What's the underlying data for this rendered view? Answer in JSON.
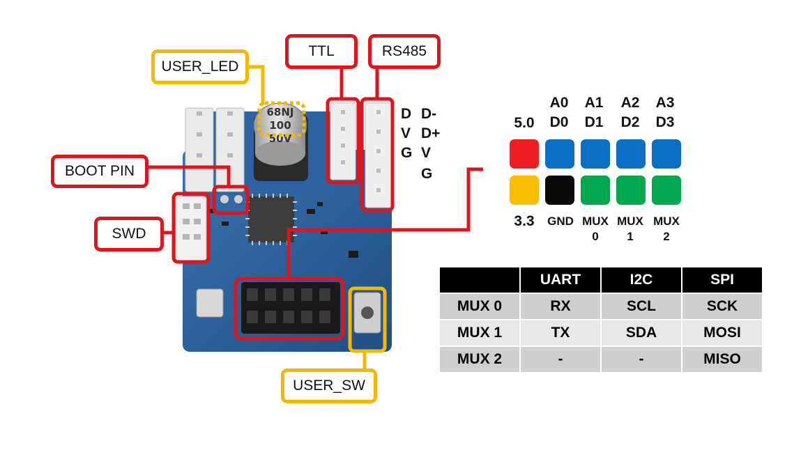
{
  "callouts": {
    "user_led": "USER_LED",
    "ttl": "TTL",
    "rs485": "RS485",
    "boot_pin": "BOOT PIN",
    "swd": "SWD",
    "user_sw": "USER_SW"
  },
  "capacitor_text": [
    "68NJ",
    "100",
    "50V"
  ],
  "ttl_labels": [
    "D",
    "V",
    "G"
  ],
  "rs485_labels": [
    "D-",
    "D+",
    "V",
    "G"
  ],
  "pinout": {
    "top_labels": [
      [
        "5.0"
      ],
      [
        "A0",
        "D0"
      ],
      [
        "A1",
        "D1"
      ],
      [
        "A2",
        "D2"
      ],
      [
        "A3",
        "D3"
      ]
    ],
    "bottom_labels": [
      [
        "3.3"
      ],
      [
        "GND"
      ],
      [
        "MUX",
        "0"
      ],
      [
        "MUX",
        "1"
      ],
      [
        "MUX",
        "2"
      ]
    ],
    "top_colors": [
      "#ee1c24",
      "#0a70c6",
      "#0a70c6",
      "#0a70c6",
      "#0a70c6"
    ],
    "bottom_colors": [
      "#fbbd00",
      "#0a0a0a",
      "#00a650",
      "#00a650",
      "#00a650"
    ]
  },
  "mux_table": {
    "headers": [
      "",
      "UART",
      "I2C",
      "SPI"
    ],
    "rows": [
      [
        "MUX 0",
        "RX",
        "SCL",
        "SCK"
      ],
      [
        "MUX 1",
        "TX",
        "SDA",
        "MOSI"
      ],
      [
        "MUX 2",
        "-",
        "-",
        "MISO"
      ]
    ]
  },
  "colors": {
    "callout_red": "#e0141c",
    "callout_yellow": "#f5b800",
    "pcb_blue": "#2a5f9a"
  }
}
